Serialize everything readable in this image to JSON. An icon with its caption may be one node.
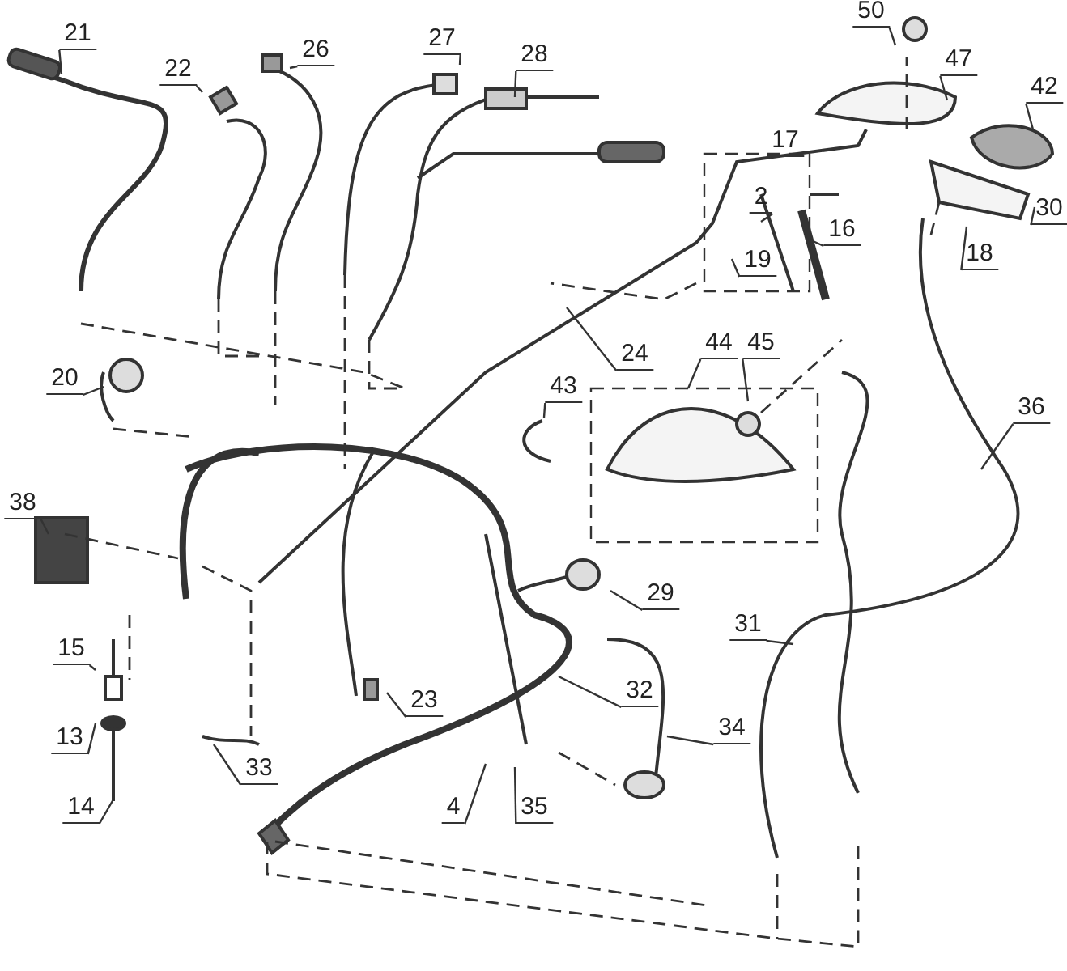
{
  "diagram": {
    "nodes": [
      {
        "text": [
          "21"
        ]
      },
      {
        "text": [
          "22"
        ]
      },
      {
        "text": [
          "26"
        ]
      },
      {
        "text": [
          "27"
        ]
      },
      {
        "text": [
          "28"
        ]
      },
      {
        "text": [
          "50"
        ]
      },
      {
        "text": [
          "47"
        ]
      },
      {
        "text": [
          "42"
        ]
      },
      {
        "text": [
          "17"
        ]
      },
      {
        "text": [
          "2"
        ]
      },
      {
        "text": [
          "16"
        ]
      },
      {
        "text": [
          "19"
        ]
      },
      {
        "text": [
          "30"
        ]
      },
      {
        "text": [
          "18"
        ]
      },
      {
        "text": [
          "20"
        ]
      },
      {
        "text": [
          "24"
        ]
      },
      {
        "text": [
          "43"
        ]
      },
      {
        "text": [
          "44"
        ]
      },
      {
        "text": [
          "45"
        ]
      },
      {
        "text": [
          "36"
        ]
      },
      {
        "text": [
          "38"
        ]
      },
      {
        "text": [
          "29"
        ]
      },
      {
        "text": [
          "15"
        ]
      },
      {
        "text": [
          "31"
        ]
      },
      {
        "text": [
          "32"
        ]
      },
      {
        "text": [
          "13"
        ]
      },
      {
        "text": [
          "23"
        ]
      },
      {
        "text": [
          "34"
        ]
      },
      {
        "text": [
          "33"
        ]
      },
      {
        "text": [
          "14"
        ]
      },
      {
        "text": [
          "4"
        ]
      },
      {
        "text": [
          "35"
        ]
      }
    ],
    "edges": [
      {
        "from": 0,
        "to": null,
        "arrow": "none"
      },
      {
        "from": 1,
        "to": null,
        "arrow": "none"
      },
      {
        "from": 2,
        "to": null,
        "arrow": "none"
      },
      {
        "from": 3,
        "to": null,
        "arrow": "none"
      },
      {
        "from": 4,
        "to": null,
        "arrow": "none"
      },
      {
        "from": 5,
        "to": null,
        "arrow": "none"
      },
      {
        "from": 6,
        "to": null,
        "arrow": "none"
      },
      {
        "from": 7,
        "to": null,
        "arrow": "none"
      },
      {
        "from": 8,
        "to": null,
        "arrow": "none"
      },
      {
        "from": 9,
        "to": null,
        "arrow": "none"
      },
      {
        "from": 10,
        "to": null,
        "arrow": "none"
      },
      {
        "from": 11,
        "to": null,
        "arrow": "none"
      },
      {
        "from": 12,
        "to": null,
        "arrow": "none"
      },
      {
        "from": 13,
        "to": null,
        "arrow": "none"
      },
      {
        "from": 14,
        "to": null,
        "arrow": "none"
      },
      {
        "from": 15,
        "to": null,
        "arrow": "none"
      },
      {
        "from": 16,
        "to": null,
        "arrow": "none"
      },
      {
        "from": 17,
        "to": null,
        "arrow": "none"
      },
      {
        "from": 18,
        "to": null,
        "arrow": "none"
      },
      {
        "from": 19,
        "to": null,
        "arrow": "none"
      },
      {
        "from": 20,
        "to": null,
        "arrow": "none"
      },
      {
        "from": 21,
        "to": null,
        "arrow": "none"
      },
      {
        "from": 22,
        "to": null,
        "arrow": "none"
      },
      {
        "from": 23,
        "to": null,
        "arrow": "none"
      },
      {
        "from": 24,
        "to": null,
        "arrow": "none"
      },
      {
        "from": 25,
        "to": null,
        "arrow": "none"
      },
      {
        "from": 26,
        "to": null,
        "arrow": "none"
      },
      {
        "from": 27,
        "to": null,
        "arrow": "none"
      },
      {
        "from": 28,
        "to": null,
        "arrow": "none"
      },
      {
        "from": 29,
        "to": null,
        "arrow": "none"
      },
      {
        "from": 30,
        "to": null,
        "arrow": "none"
      },
      {
        "from": 31,
        "to": null,
        "arrow": "none"
      }
    ]
  }
}
